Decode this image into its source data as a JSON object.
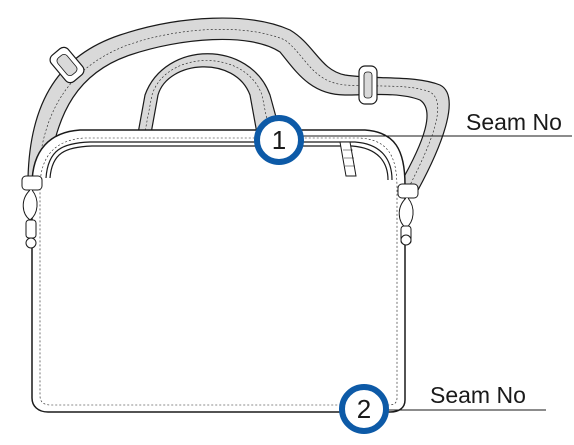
{
  "callouts": [
    {
      "number": "1",
      "label": "Seam No"
    },
    {
      "number": "2",
      "label": "Seam No"
    }
  ],
  "colors": {
    "callout_ring": "#0d5aa7",
    "strap_fill": "#d9d9d9",
    "outline": "#1a1a1a",
    "bag_fill": "#ffffff"
  }
}
